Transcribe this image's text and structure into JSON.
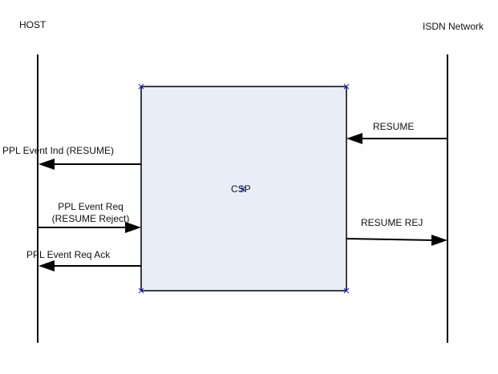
{
  "diagram": {
    "type": "sequence",
    "colors": {
      "box_fill": "#e8edf7",
      "line": "#000000",
      "handle": "#1a1aff"
    },
    "lifelines": [
      {
        "id": "host",
        "label": "HOST"
      },
      {
        "id": "isdn",
        "label": "ISDN Network"
      }
    ],
    "process_box": {
      "label": "CSP"
    },
    "messages": [
      {
        "label": "RESUME",
        "from": "ISDN Network",
        "to": "CSP"
      },
      {
        "label": "PPL Event Ind (RESUME)",
        "from": "CSP",
        "to": "HOST"
      },
      {
        "label_line1": "PPL Event Req",
        "label_line2": "(RESUME Reject)",
        "from": "HOST",
        "to": "CSP"
      },
      {
        "label": "RESUME REJ",
        "from": "CSP",
        "to": "ISDN Network"
      },
      {
        "label": "PPL Event Req Ack",
        "from": "CSP",
        "to": "HOST"
      }
    ]
  }
}
